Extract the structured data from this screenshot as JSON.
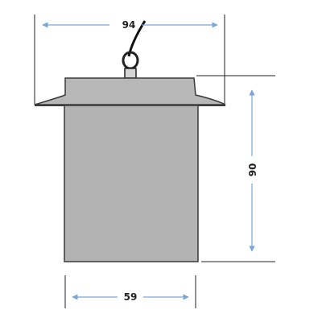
{
  "dimensions": {
    "top_width": "94",
    "height": "90",
    "bottom_width": "59"
  },
  "colors": {
    "body_fill": "#b3b3b3",
    "flange_fill": "#b7b7b7",
    "outline": "#3a3a3a",
    "dimension_line": "#7aa6d6",
    "extension_line": "#222222",
    "cable": "#111111",
    "ring": "#222222",
    "ring_fill": "#d4d4d4"
  }
}
